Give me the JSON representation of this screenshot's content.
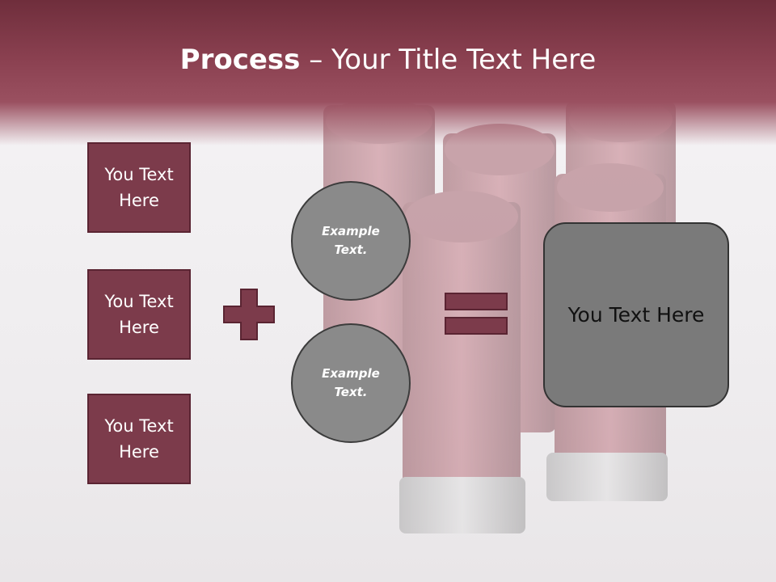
{
  "slide": {
    "title_bold": "Process",
    "title_separator": " – ",
    "title_rest": "Your Title Text Here"
  },
  "left_boxes": [
    {
      "label": "You Text Here"
    },
    {
      "label": "You Text Here"
    },
    {
      "label": "You Text Here"
    }
  ],
  "circles": [
    {
      "label": "Example Text."
    },
    {
      "label": "Example Text."
    }
  ],
  "result": {
    "label": "You Text Here"
  },
  "colors": {
    "accent": "#7c3b4b",
    "header": "#7f3545",
    "circle": "#8a8a8a",
    "result": "#7a7a7a"
  },
  "icons": [
    "plus-icon",
    "equals-icon"
  ]
}
